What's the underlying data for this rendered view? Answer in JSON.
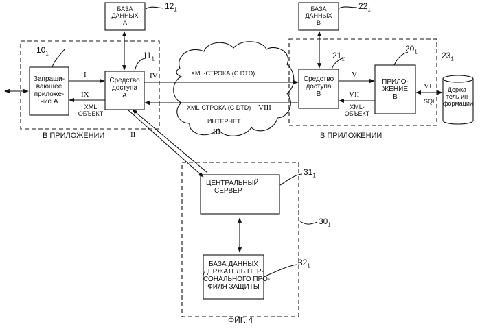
{
  "figure": {
    "caption": "ФИГ. 4"
  },
  "boxes": {
    "db_a": [
      "БАЗА",
      "ДАННЫХ",
      "А"
    ],
    "db_b": [
      "БАЗА",
      "ДАННЫХ",
      "В"
    ],
    "requesting_app_a": [
      "Запраши-",
      "вающее",
      "приложе-",
      "ние А"
    ],
    "access_a": [
      "Средство",
      "доступа",
      "А"
    ],
    "access_b": [
      "Средство",
      "доступа",
      "В"
    ],
    "app_b": [
      "ПРИЛО-",
      "ЖЕНИЕ",
      "В"
    ],
    "info_holder": [
      "Держа-",
      "тель ин-",
      "формации"
    ],
    "central_server": [
      "ЦЕНТРАЛЬНЫЙ",
      "СЕРВЕР"
    ],
    "profile_db": [
      "БАЗА ДАННЫХ",
      "ДЕРЖАТЕЛЬ ПЕР-",
      "СОНАЛЬНОГО ПРО-",
      "ФИЛЯ ЗАЩИТЫ"
    ]
  },
  "refs": {
    "r12": "12",
    "r22": "22",
    "r10": "10",
    "r11": "11",
    "r21": "21",
    "r20": "20",
    "r23": "23",
    "r31": "31",
    "r30": "30",
    "r32": "32",
    "sub": "1"
  },
  "labels": {
    "in_app_left": "В ПРИЛОЖЕНИИ",
    "in_app_right": "В ПРИЛОЖЕНИИ",
    "xml_string_top": "XML-СТРОКА (С DTD)",
    "xml_string_bottom": "XML-СТРОКА (С DTD)",
    "internet": "ИНТЕРНЕТ",
    "xml_object_left": [
      "XML",
      "ОБЪЕКТ"
    ],
    "xml_object_right": [
      "XML-",
      "ОБЪЕКТ"
    ],
    "sql": "SQL"
  },
  "flows": {
    "i": "I",
    "ii": "II",
    "iii": "III",
    "iv": "IV",
    "v": "V",
    "vi": "VI",
    "vii": "VII",
    "viii": "VIII",
    "ix": "IX"
  }
}
